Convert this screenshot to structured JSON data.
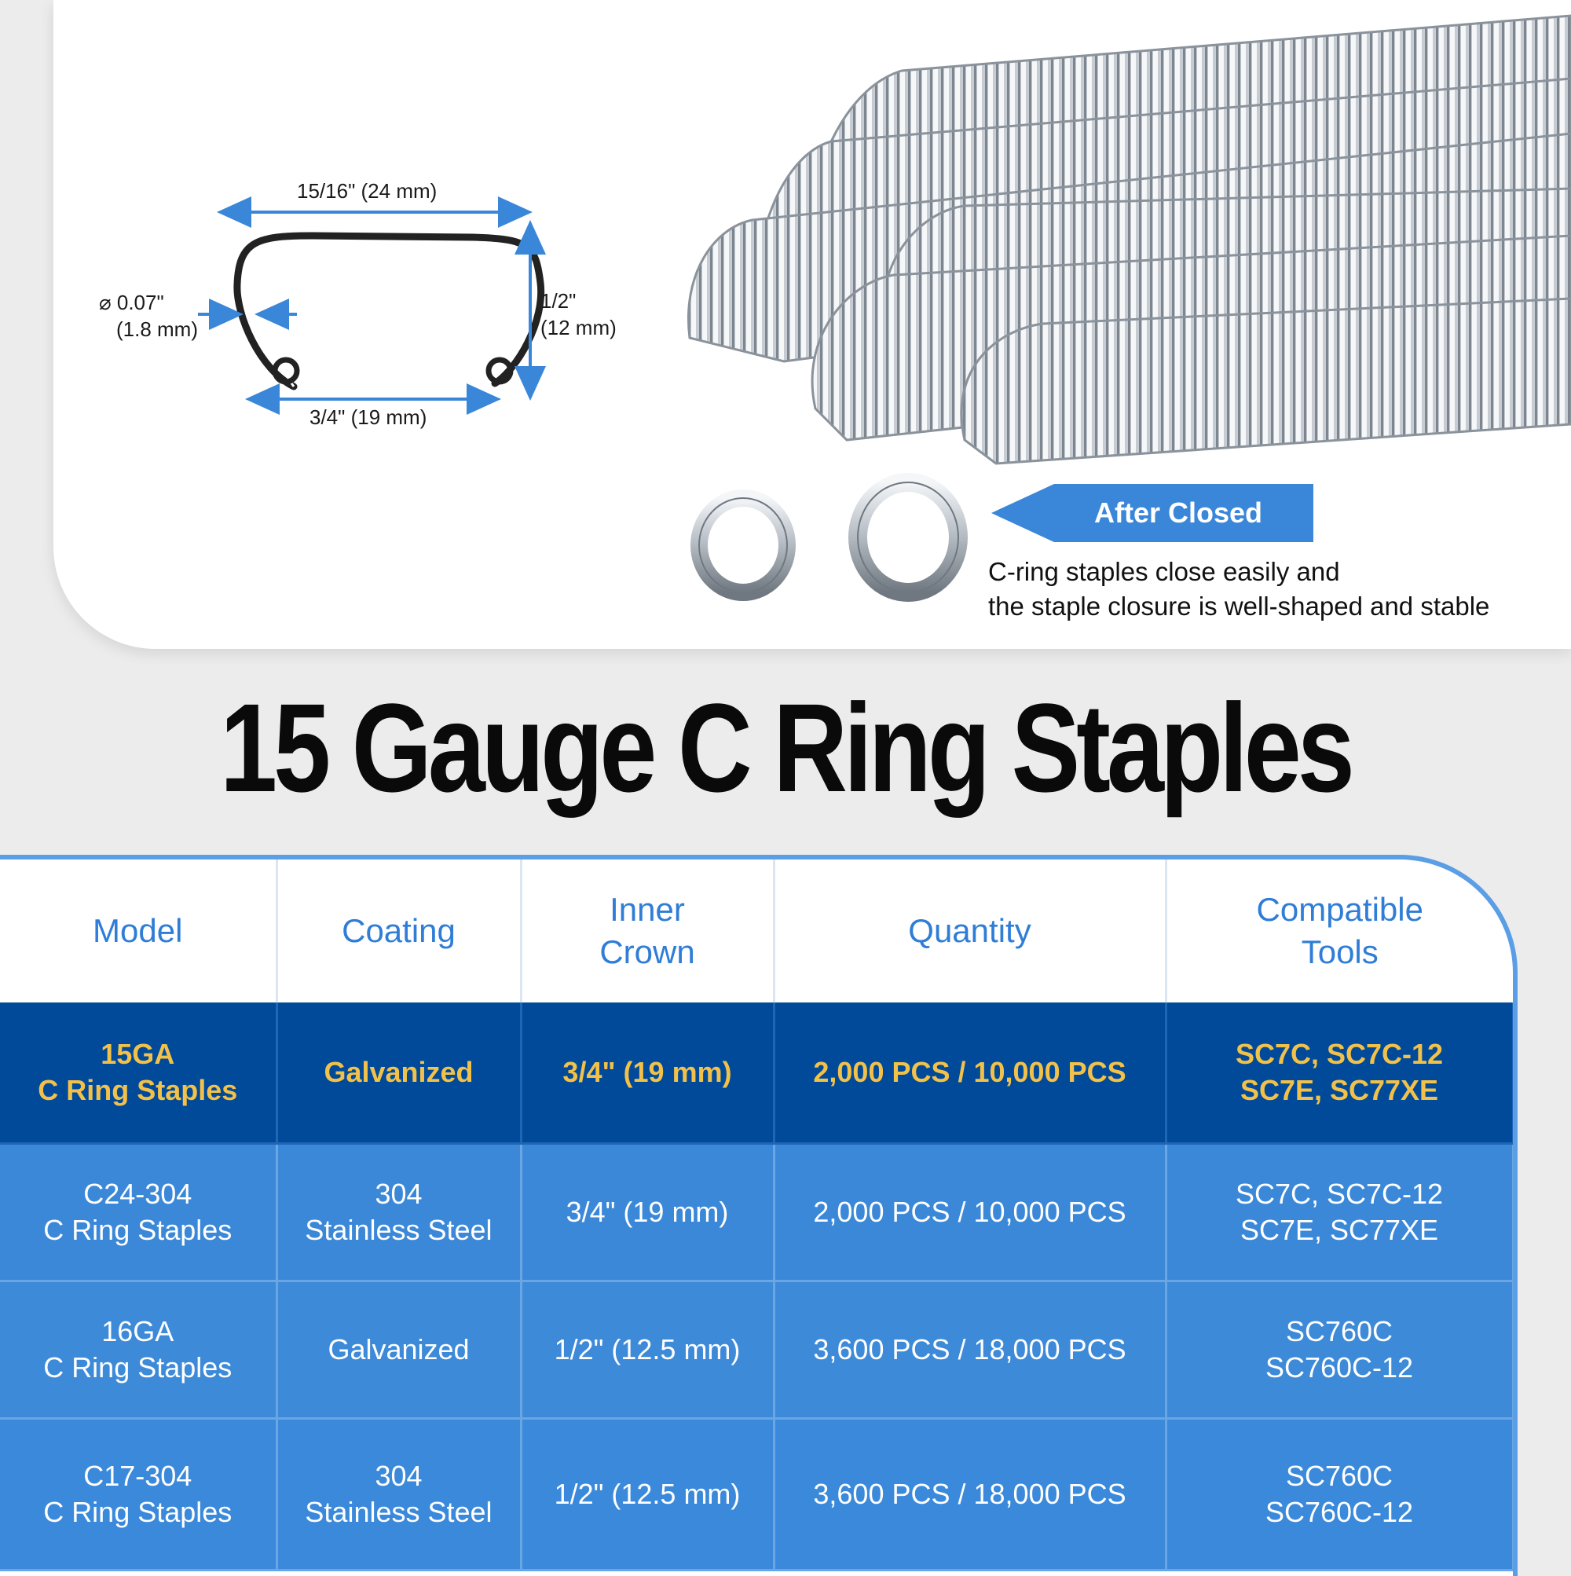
{
  "diagram": {
    "width_label": "15/16\" (24 mm)",
    "diameter_label_1": "⌀  0.07\"",
    "diameter_label_2": "(1.8 mm)",
    "height_label_1": "1/2\"",
    "height_label_2": "(12 mm)",
    "inner_label": "3/4\" (19 mm)"
  },
  "callout": {
    "label": "After Closed",
    "caption_line1": "C-ring staples close easily and",
    "caption_line2": "the staple closure is well-shaped and stable"
  },
  "title": "15 Gauge C Ring Staples",
  "table": {
    "headers": [
      [
        "Model"
      ],
      [
        "Coating"
      ],
      [
        "Inner",
        "Crown"
      ],
      [
        "Quantity"
      ],
      [
        "Compatible",
        "Tools"
      ]
    ],
    "rows": [
      {
        "model": [
          "15GA",
          "C Ring Staples"
        ],
        "coating": [
          "Galvanized"
        ],
        "crown": "3/4\" (19 mm)",
        "quantity": "2,000 PCS / 10,000 PCS",
        "tools": [
          "SC7C, SC7C-12",
          "SC7E, SC77XE"
        ]
      },
      {
        "model": [
          "C24-304",
          "C Ring Staples"
        ],
        "coating": [
          "304",
          "Stainless Steel"
        ],
        "crown": "3/4\" (19 mm)",
        "quantity": "2,000 PCS / 10,000 PCS",
        "tools": [
          "SC7C, SC7C-12",
          "SC7E, SC77XE"
        ]
      },
      {
        "model": [
          "16GA",
          "C Ring Staples"
        ],
        "coating": [
          "Galvanized"
        ],
        "crown": "1/2\" (12.5 mm)",
        "quantity": "3,600 PCS / 18,000 PCS",
        "tools": [
          "SC760C",
          "SC760C-12"
        ]
      },
      {
        "model": [
          "C17-304",
          "C Ring Staples"
        ],
        "coating": [
          "304",
          "Stainless Steel"
        ],
        "crown": "1/2\" (12.5 mm)",
        "quantity": "3,600 PCS / 18,000 PCS",
        "tools": [
          "SC760C",
          "SC760C-12"
        ]
      }
    ]
  },
  "colors": {
    "accent_blue": "#3a86d8",
    "dark_blue": "#004a99",
    "highlight_gold": "#f2c14a",
    "dimension_blue": "#3a86d8"
  }
}
